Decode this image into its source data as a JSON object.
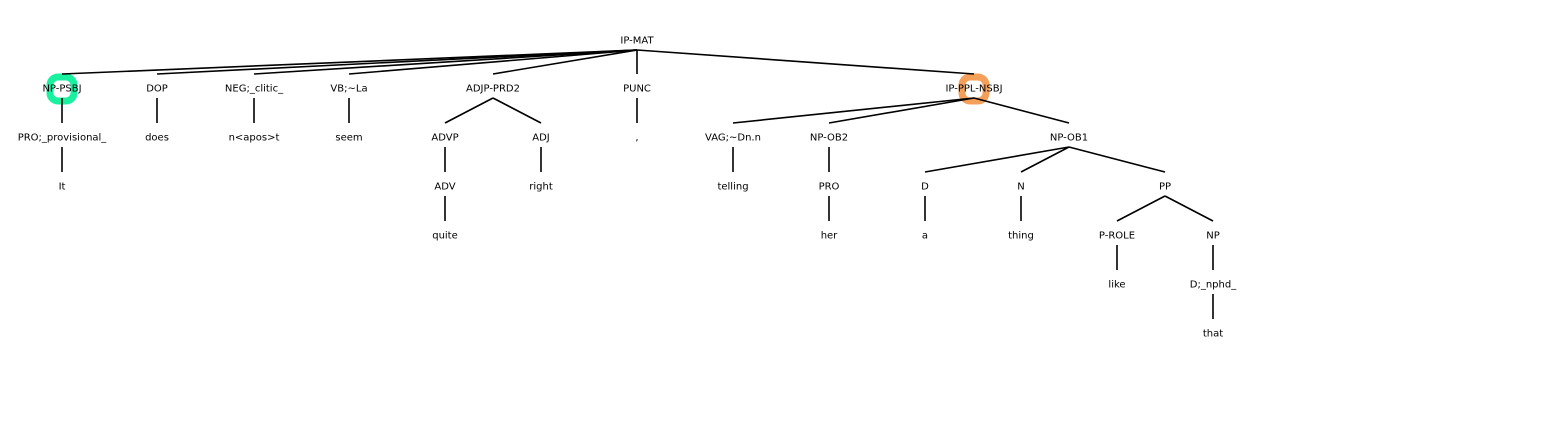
{
  "tree": {
    "nodes": [
      {
        "id": "ip_mat",
        "label": "IP-MAT"
      },
      {
        "id": "np_psbj",
        "label": "NP-PSBJ",
        "highlight": "#19f0a0"
      },
      {
        "id": "pro_prov",
        "label": "PRO;_provisional_"
      },
      {
        "id": "it",
        "label": "It"
      },
      {
        "id": "dop",
        "label": "DOP"
      },
      {
        "id": "does",
        "label": "does"
      },
      {
        "id": "neg",
        "label": "NEG;_clitic_"
      },
      {
        "id": "nt",
        "label": "n<apos>t"
      },
      {
        "id": "vb",
        "label": "VB;~La"
      },
      {
        "id": "seem",
        "label": "seem"
      },
      {
        "id": "adjp",
        "label": "ADJP-PRD2"
      },
      {
        "id": "advp",
        "label": "ADVP"
      },
      {
        "id": "adv",
        "label": "ADV"
      },
      {
        "id": "quite",
        "label": "quite"
      },
      {
        "id": "adj",
        "label": "ADJ"
      },
      {
        "id": "right",
        "label": "right"
      },
      {
        "id": "punc",
        "label": "PUNC"
      },
      {
        "id": "comma",
        "label": ","
      },
      {
        "id": "ip_ppl",
        "label": "IP-PPL-NSBJ",
        "highlight": "#f5a05a"
      },
      {
        "id": "vag",
        "label": "VAG;~Dn.n"
      },
      {
        "id": "telling",
        "label": "telling"
      },
      {
        "id": "np_ob2",
        "label": "NP-OB2"
      },
      {
        "id": "pro",
        "label": "PRO"
      },
      {
        "id": "her",
        "label": "her"
      },
      {
        "id": "np_ob1",
        "label": "NP-OB1"
      },
      {
        "id": "d1",
        "label": "D"
      },
      {
        "id": "a",
        "label": "a"
      },
      {
        "id": "n",
        "label": "N"
      },
      {
        "id": "thing",
        "label": "thing"
      },
      {
        "id": "pp",
        "label": "PP"
      },
      {
        "id": "prole",
        "label": "P-ROLE"
      },
      {
        "id": "like",
        "label": "like"
      },
      {
        "id": "np",
        "label": "NP"
      },
      {
        "id": "d_nphd",
        "label": "D;_nphd_"
      },
      {
        "id": "that",
        "label": "that"
      }
    ],
    "edges": [
      [
        "ip_mat",
        "np_psbj"
      ],
      [
        "ip_mat",
        "dop"
      ],
      [
        "ip_mat",
        "neg"
      ],
      [
        "ip_mat",
        "vb"
      ],
      [
        "ip_mat",
        "adjp"
      ],
      [
        "ip_mat",
        "punc"
      ],
      [
        "ip_mat",
        "ip_ppl"
      ],
      [
        "np_psbj",
        "pro_prov"
      ],
      [
        "pro_prov",
        "it"
      ],
      [
        "dop",
        "does"
      ],
      [
        "neg",
        "nt"
      ],
      [
        "vb",
        "seem"
      ],
      [
        "adjp",
        "advp"
      ],
      [
        "adjp",
        "adj"
      ],
      [
        "advp",
        "adv"
      ],
      [
        "adv",
        "quite"
      ],
      [
        "adj",
        "right"
      ],
      [
        "punc",
        "comma"
      ],
      [
        "ip_ppl",
        "vag"
      ],
      [
        "ip_ppl",
        "np_ob2"
      ],
      [
        "ip_ppl",
        "np_ob1"
      ],
      [
        "vag",
        "telling"
      ],
      [
        "np_ob2",
        "pro"
      ],
      [
        "pro",
        "her"
      ],
      [
        "np_ob1",
        "d1"
      ],
      [
        "np_ob1",
        "n"
      ],
      [
        "np_ob1",
        "pp"
      ],
      [
        "d1",
        "a"
      ],
      [
        "n",
        "thing"
      ],
      [
        "pp",
        "prole"
      ],
      [
        "pp",
        "np"
      ],
      [
        "prole",
        "like"
      ],
      [
        "np",
        "d_nphd"
      ],
      [
        "d_nphd",
        "that"
      ]
    ]
  }
}
